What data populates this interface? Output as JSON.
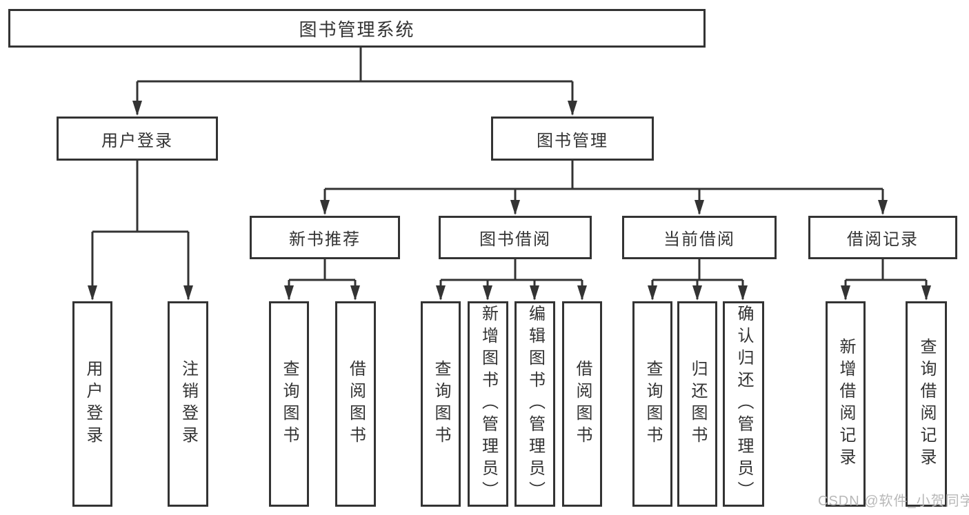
{
  "diagram": {
    "root": {
      "label": "图书管理系统",
      "children": [
        {
          "label": "用户登录",
          "children": [
            {
              "label": "用户登录"
            },
            {
              "label": "注销登录"
            }
          ]
        },
        {
          "label": "图书管理",
          "children": [
            {
              "label": "新书推荐",
              "children": [
                {
                  "label": "查询图书"
                },
                {
                  "label": "借阅图书"
                }
              ]
            },
            {
              "label": "图书借阅",
              "children": [
                {
                  "label": "查询图书"
                },
                {
                  "label": "新增图书（管理员）"
                },
                {
                  "label": "编辑图书（管理员）"
                },
                {
                  "label": "借阅图书"
                }
              ]
            },
            {
              "label": "当前借阅",
              "children": [
                {
                  "label": "查询图书"
                },
                {
                  "label": "归还图书"
                },
                {
                  "label": "确认归还（管理员）"
                }
              ]
            },
            {
              "label": "借阅记录",
              "children": [
                {
                  "label": "新增借阅记录"
                },
                {
                  "label": "查询借阅记录"
                }
              ]
            }
          ]
        }
      ]
    }
  },
  "watermark": {
    "text": "CSDN @软件_小贺同学"
  },
  "colors": {
    "line": "#333333",
    "text": "#333333",
    "background": "#ffffff",
    "watermark": "#b8b8b8"
  }
}
